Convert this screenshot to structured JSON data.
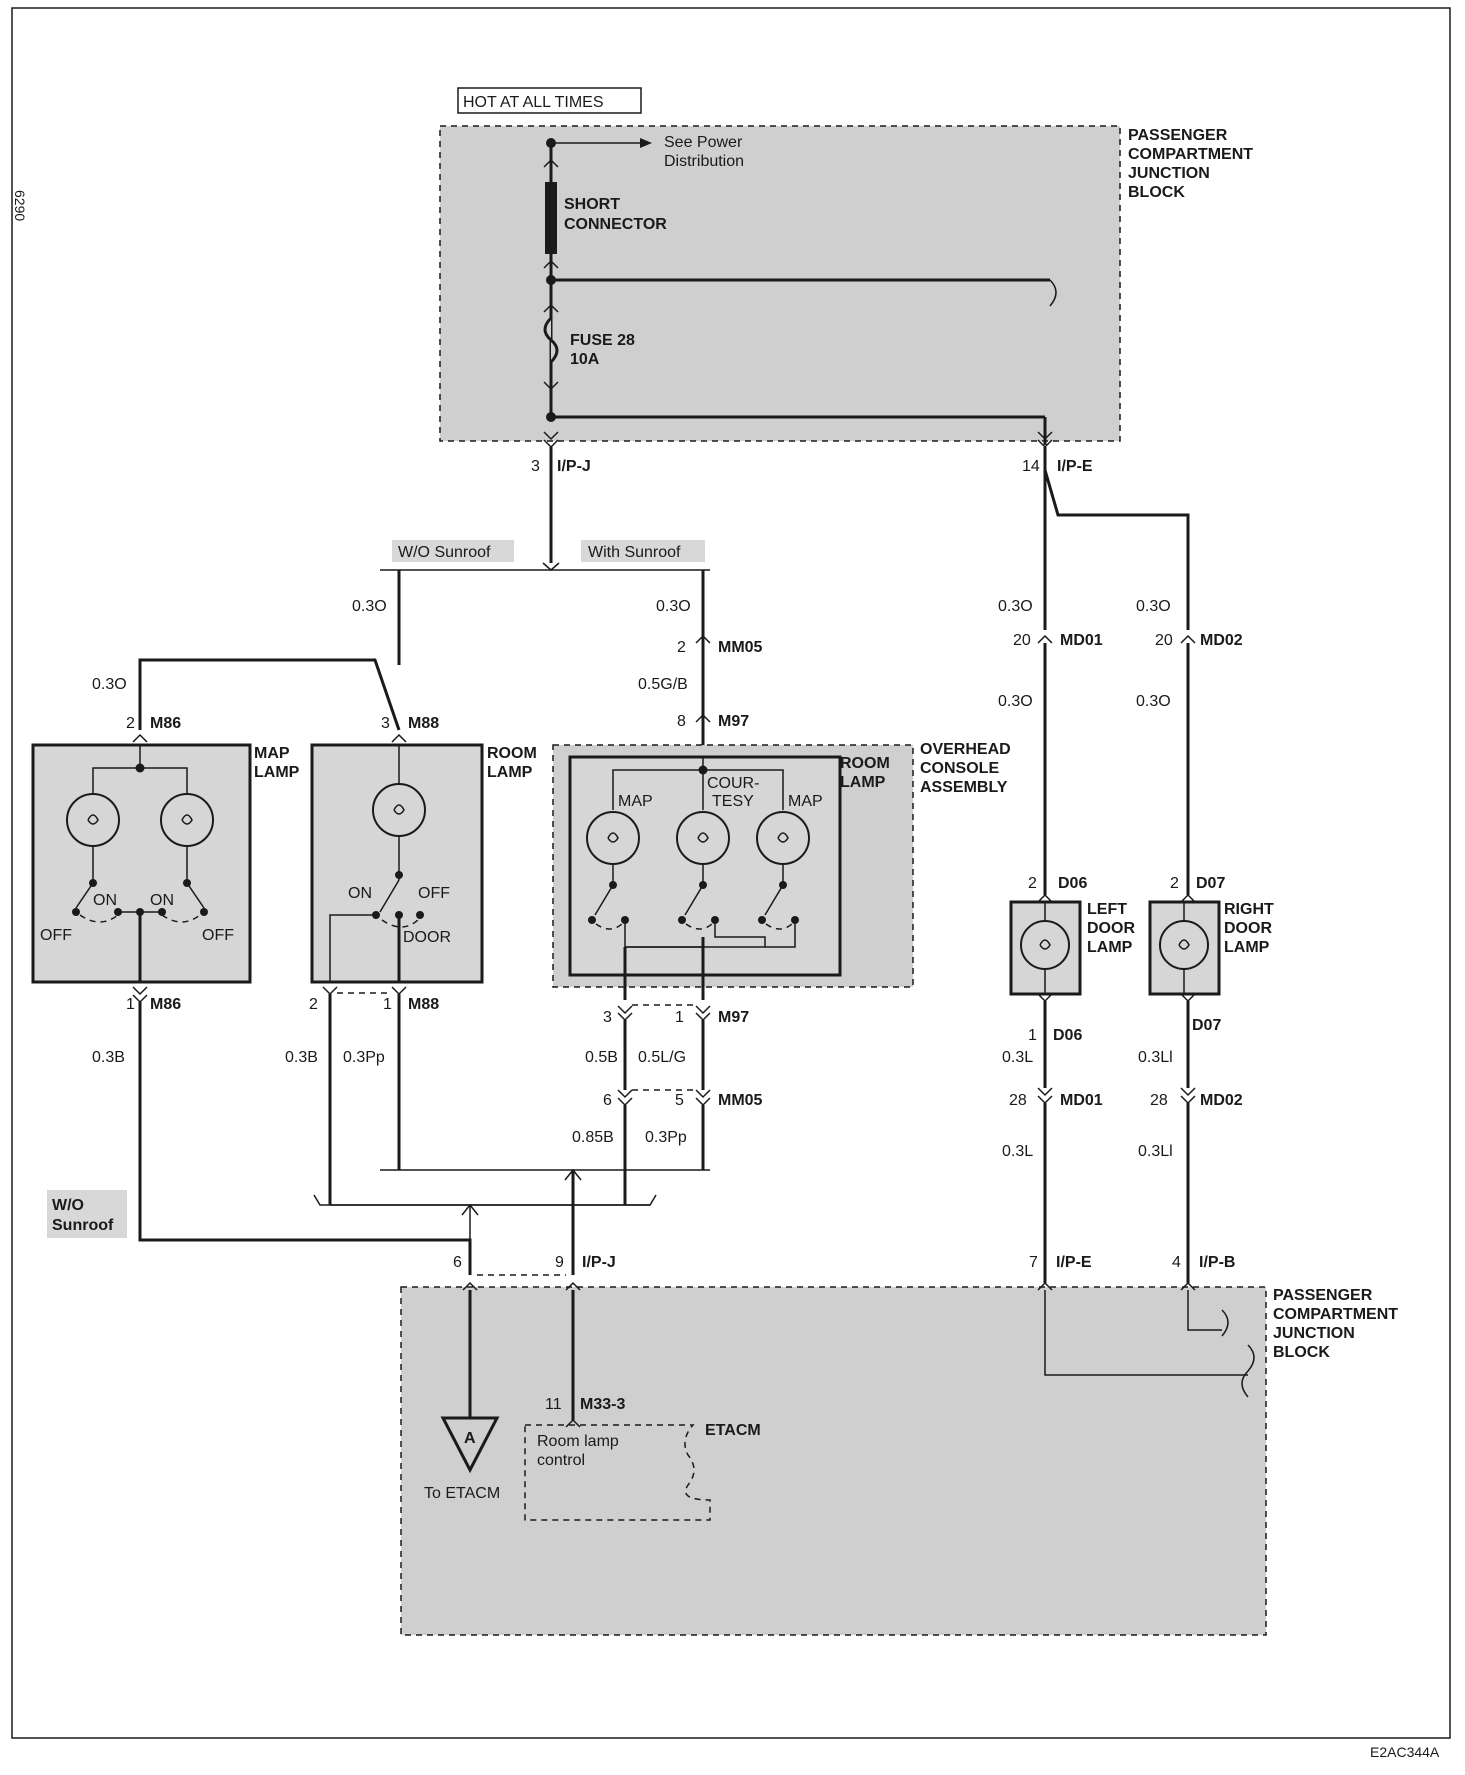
{
  "labels": {
    "hot_at_all_times": "HOT AT ALL TIMES",
    "see_power_1": "See Power",
    "see_power_2": "Distribution",
    "short_1": "SHORT",
    "short_2": "CONNECTOR",
    "fuse_1": "FUSE 28",
    "fuse_2": "10A",
    "pcjb_top": [
      "PASSENGER",
      "COMPARTMENT",
      "JUNCTION",
      "BLOCK"
    ],
    "pcjb_bottom": [
      "PASSENGER",
      "COMPARTMENT",
      "JUNCTION",
      "BLOCK"
    ],
    "ip_j_top_pin": "3",
    "ip_j_top": "I/P-J",
    "ip_e_top_pin": "14",
    "ip_e_top": "I/P-E",
    "wo_sunroof": "W/O Sunroof",
    "with_sunroof": "With Sunroof",
    "w_03o_a": "0.3O",
    "w_03o_b": "0.3O",
    "w_03o_c": "0.3O",
    "w_03o_d": "0.3O",
    "w_03o_e": "0.3O",
    "w_03o_f": "0.3O",
    "w_03o_g": "0.3O",
    "mm05_top_pin": "2",
    "mm05_top": "MM05",
    "w_05gb": "0.5G/B",
    "m97_top_pin": "8",
    "m97_top": "M97",
    "m86_top_pin": "2",
    "m86_top": "M86",
    "m88_top_pin": "3",
    "m88_top": "M88",
    "map_lamp": [
      "MAP",
      "LAMP"
    ],
    "room_lamp": [
      "ROOM",
      "LAMP"
    ],
    "room_lamp_2": [
      "ROOM",
      "LAMP"
    ],
    "overhead": [
      "OVERHEAD",
      "CONSOLE",
      "ASSEMBLY"
    ],
    "md01_top_pin": "20",
    "md01_top": "MD01",
    "md02_top_pin": "20",
    "md02_top": "MD02",
    "on1": "ON",
    "on2": "ON",
    "off1": "OFF",
    "off2": "OFF",
    "on3": "ON",
    "off3": "OFF",
    "door": "DOOR",
    "map_a": "MAP",
    "courtesy_1": "COUR-",
    "courtesy_2": "TESY",
    "map_b": "MAP",
    "d06_top_pin": "2",
    "d06_top": "D06",
    "d07_top_pin": "2",
    "d07_top": "D07",
    "left_door": [
      "LEFT",
      "DOOR",
      "LAMP"
    ],
    "right_door": [
      "RIGHT",
      "DOOR",
      "LAMP"
    ],
    "m86_bot_pin": "1",
    "m86_bot": "M86",
    "m88_bot_pin2": "2",
    "m88_bot_pin1": "1",
    "m88_bot": "M88",
    "m97_bot_pin3": "3",
    "m97_bot_pin1": "1",
    "m97_bot": "M97",
    "w_03b_a": "0.3B",
    "w_03b_b": "0.3B",
    "w_03pp_a": "0.3Pp",
    "w_05b": "0.5B",
    "w_05lg": "0.5L/G",
    "mm05_bot_pin6": "6",
    "mm05_bot_pin5": "5",
    "mm05_bot": "MM05",
    "w_085b": "0.85B",
    "w_03pp_b": "0.3Pp",
    "d06_bot_pin": "1",
    "d06_bot": "D06",
    "d07_bot": "D07",
    "w_03l_a": "0.3L",
    "w_03li_a": "0.3Ll",
    "md01_bot_pin": "28",
    "md01_bot": "MD01",
    "md02_bot_pin": "28",
    "md02_bot": "MD02",
    "w_03l_b": "0.3L",
    "w_03li_b": "0.3Ll",
    "wo_sunroof_2a": "W/O",
    "wo_sunroof_2b": "Sunroof",
    "ipj_bot_pin6": "6",
    "ipj_bot_pin9": "9",
    "ipj_bot": "I/P-J",
    "ipe_bot_pin": "7",
    "ipe_bot": "I/P-E",
    "ipb_bot_pin": "4",
    "ipb_bot": "I/P-B",
    "m33_pin": "11",
    "m33": "M33-3",
    "etacm": "ETACM",
    "room_ctrl_1": "Room lamp",
    "room_ctrl_2": "control",
    "tri_letter": "A",
    "to_etacm": "To ETACM",
    "figure_code": "E2AC344A",
    "margin_code": "6290"
  }
}
